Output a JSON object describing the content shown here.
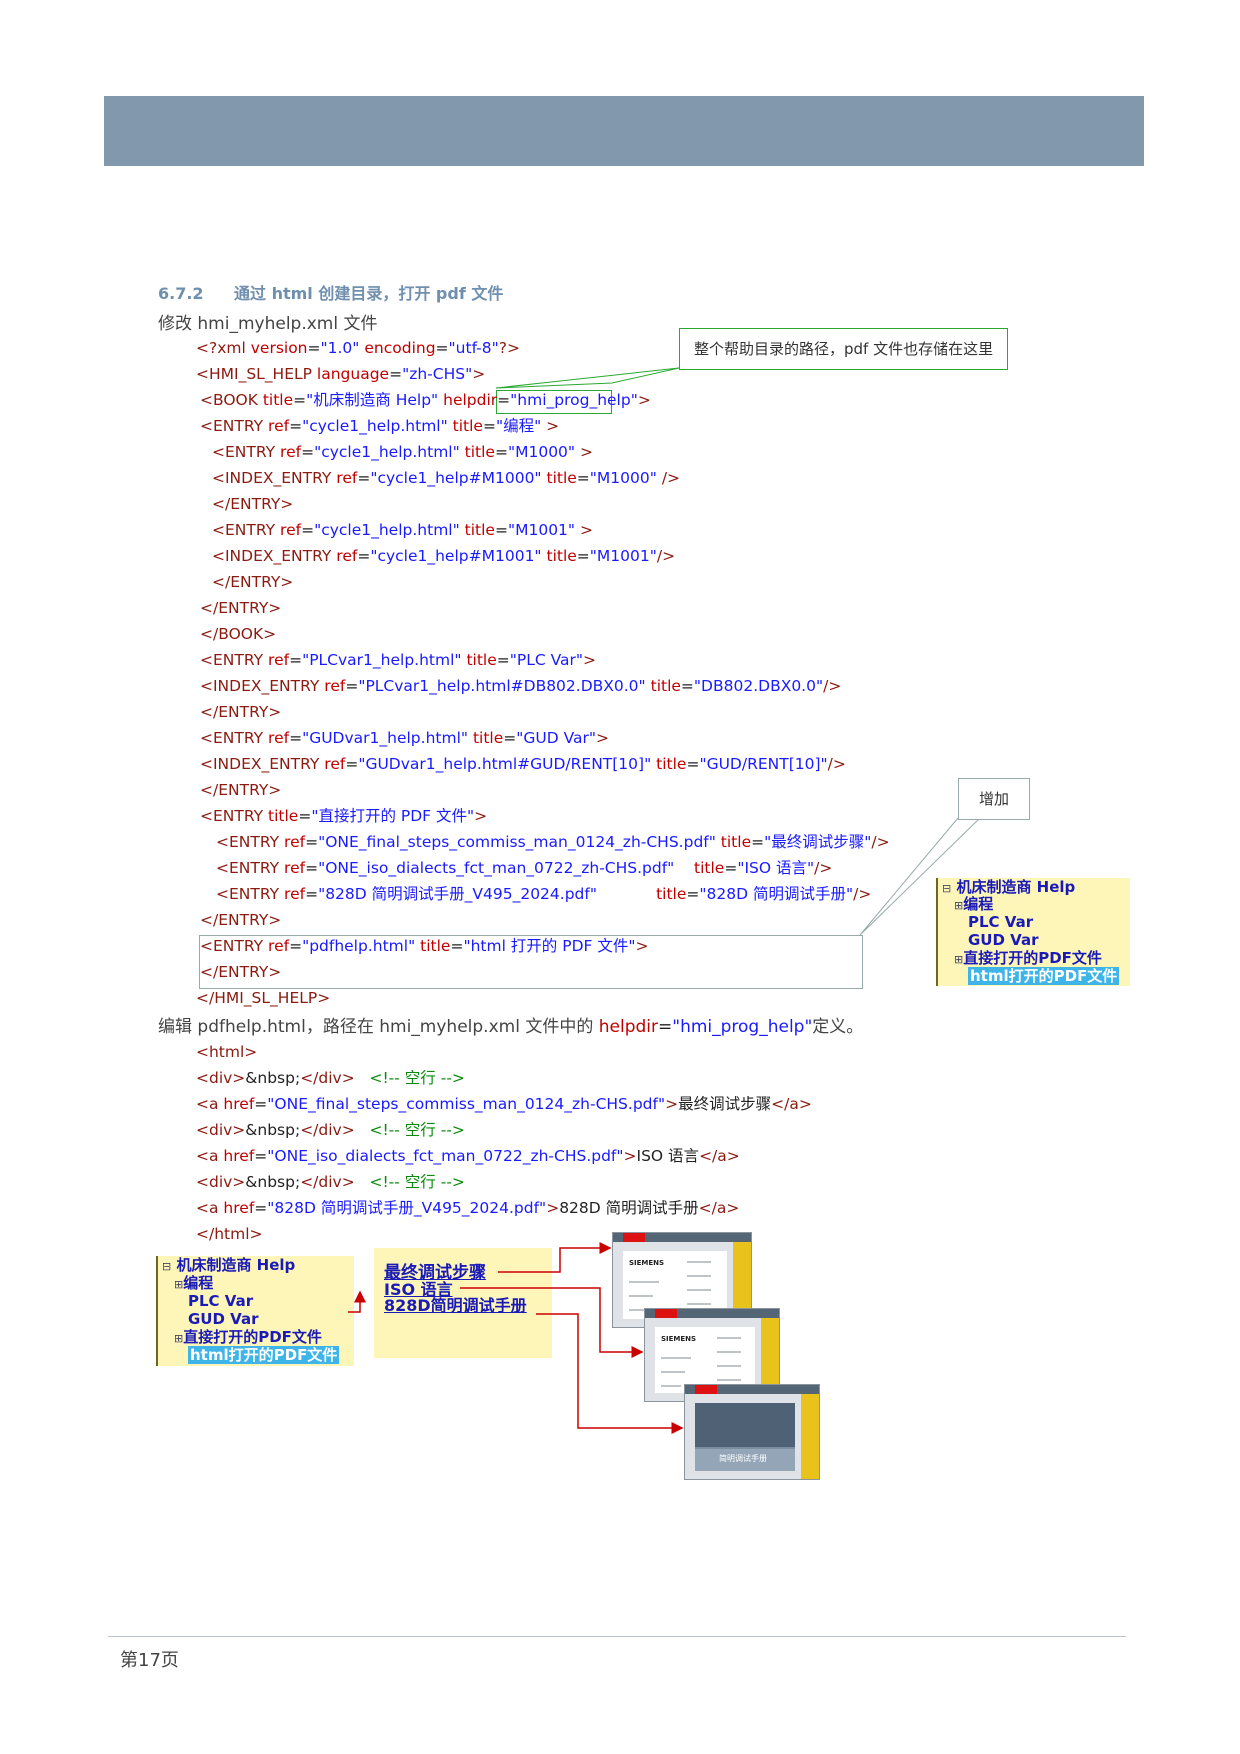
{
  "section": {
    "number": "6.7.2",
    "title": "通过 html 创建目录，打开 pdf 文件"
  },
  "para1": "修改 hmi_myhelp.xml 文件",
  "callout_path": "整个帮助目录的路径，pdf 文件也存储在这里",
  "callout_add": "增加",
  "xml": {
    "l1": {
      "a": "<?xml ",
      "b": "version",
      "c": "=",
      "d": "\"1.0\"",
      "e": " encoding",
      "f": "=",
      "g": "\"utf-8\"",
      "h": "?>"
    },
    "l2": {
      "a": "<HMI_SL_HELP ",
      "b": "language",
      "c": "=",
      "d": "\"zh-CHS\"",
      "e": ">"
    },
    "l3": {
      "a": "<BOOK ",
      "b": "title",
      "c": "=",
      "d": "\"机床制造商 Help\"",
      "e": " helpdir",
      "f": "=",
      "g": "\"hmi_prog_help\"",
      "h": ">"
    },
    "l4": {
      "a": "<ENTRY ",
      "b": "ref",
      "c": "=",
      "d": "\"cycle1_help.html\"",
      "e": " title",
      "f": "=",
      "g": "\"编程\"",
      "h": " >"
    },
    "l5": {
      "a": "<ENTRY ",
      "b": "ref",
      "c": "=",
      "d": "\"cycle1_help.html\"",
      "e": " title",
      "f": "=",
      "g": "\"M1000\"",
      "h": " >"
    },
    "l6": {
      "a": "<INDEX_ENTRY ",
      "b": "ref",
      "c": "=",
      "d": "\"cycle1_help#M1000\"",
      "e": " title",
      "f": "=",
      "g": "\"M1000\"",
      "h": " />"
    },
    "l7": "</ENTRY>",
    "l8": {
      "a": "<ENTRY ",
      "b": "ref",
      "c": "=",
      "d": "\"cycle1_help.html\"",
      "e": " title",
      "f": "=",
      "g": "\"M1001\"",
      "h": " >"
    },
    "l9": {
      "a": "<INDEX_ENTRY ",
      "b": "ref",
      "c": "=",
      "d": "\"cycle1_help#M1001\"",
      "e": " title",
      "f": "=",
      "g": "\"M1001\"",
      "h": "/>"
    },
    "l10": "</ENTRY>",
    "l11": "</ENTRY>",
    "l12": "</BOOK>",
    "l13": {
      "a": "<ENTRY ",
      "b": "ref",
      "c": "=",
      "d": "\"PLCvar1_help.html\"",
      "e": " title",
      "f": "=",
      "g": "\"PLC Var\"",
      "h": ">"
    },
    "l14": {
      "a": "<INDEX_ENTRY ",
      "b": "ref",
      "c": "=",
      "d": "\"PLCvar1_help.html#DB802.DBX0.0\"",
      "e": " title",
      "f": "=",
      "g": "\"DB802.DBX0.0\"",
      "h": "/>"
    },
    "l15": "</ENTRY>",
    "l16": {
      "a": "<ENTRY ",
      "b": "ref",
      "c": "=",
      "d": "\"GUDvar1_help.html\"",
      "e": " title",
      "f": "=",
      "g": "\"GUD Var\"",
      "h": ">"
    },
    "l17": {
      "a": "<INDEX_ENTRY ",
      "b": "ref",
      "c": "=",
      "d": "\"GUDvar1_help.html#GUD/RENT[10]\"",
      "e": " title",
      "f": "=",
      "g": "\"GUD/RENT[10]\"",
      "h": "/>"
    },
    "l18": "</ENTRY>",
    "l19": {
      "a": "<ENTRY ",
      "b": "title",
      "c": "=",
      "d": "\"直接打开的 PDF 文件\"",
      "e": ">"
    },
    "l20": {
      "a": "<ENTRY ",
      "b": "ref",
      "c": "=",
      "d": "\"ONE_final_steps_commiss_man_0124_zh-CHS.pdf\"",
      "e": " title",
      "f": "=",
      "g": "\"最终调试步骤\"",
      "h": "/>"
    },
    "l21": {
      "a": "<ENTRY ",
      "b": "ref",
      "c": "=",
      "d": "\"ONE_iso_dialects_fct_man_0722_zh-CHS.pdf\"",
      "e": "    title",
      "f": "=",
      "g": "\"ISO 语言\"",
      "h": "/>"
    },
    "l22": {
      "a": "<ENTRY ",
      "b": "ref",
      "c": "=",
      "d": "\"828D 简明调试手册_V495_2024.pdf\"",
      "e": "            title",
      "f": "=",
      "g": "\"828D 简明调试手册\"",
      "h": "/>"
    },
    "l23": "</ENTRY>",
    "l24": {
      "a": "<ENTRY ",
      "b": "ref",
      "c": "=",
      "d": "\"pdfhelp.html\"",
      "e": " title",
      "f": "=",
      "g": "\"html 打开的 PDF 文件\"",
      "h": ">"
    },
    "l25": "</ENTRY>",
    "l26": "</HMI_SL_HELP>"
  },
  "para2": {
    "a": "编辑 pdfhelp.html，路径在 hmi_myhelp.xml 文件中的 ",
    "b": "helpdir",
    "c": "=",
    "d": "\"hmi_prog_help\"",
    "e": "定义。"
  },
  "html": {
    "h1": "<html>",
    "h2": {
      "a": "<div>",
      "b": "&nbsp;",
      "c": "</div>",
      "d": "<!-- 空行 -->"
    },
    "h3": {
      "a": "<a ",
      "b": "href",
      "c": "=",
      "d": "\"ONE_final_steps_commiss_man_0124_zh-CHS.pdf\"",
      "e": ">",
      "f": "最终调试步骤",
      "g": "</a>"
    },
    "h4": {
      "a": "<div>",
      "b": "&nbsp;",
      "c": "</div>",
      "d": "<!-- 空行 -->"
    },
    "h5": {
      "a": "<a ",
      "b": "href",
      "c": "=",
      "d": "\"ONE_iso_dialects_fct_man_0722_zh-CHS.pdf\"",
      "e": ">",
      "f": "ISO 语言",
      "g": "</a>"
    },
    "h6": {
      "a": "<div>",
      "b": "&nbsp;",
      "c": "</div>",
      "d": "<!-- 空行 -->"
    },
    "h7": {
      "a": "<a ",
      "b": "href",
      "c": "=",
      "d": "\"828D 简明调试手册_V495_2024.pdf\"",
      "e": ">",
      "f": "828D 简明调试手册",
      "g": "</a>"
    },
    "h8": "</html>"
  },
  "tree": {
    "root": "机床制造商 Help",
    "items": [
      "编程",
      "PLC Var",
      "GUD Var",
      "直接打开的PDF文件"
    ],
    "selected": "html打开的PDF文件"
  },
  "pdf_links": [
    "最终调试步骤",
    "ISO 语言",
    "828D简明调试手册"
  ],
  "screenshots": {
    "logo": "SIEMENS",
    "manual_title": "简明调试手册"
  },
  "footer": "第17页",
  "colors": {
    "banner": "#8198ad",
    "tag": "#8b1a10",
    "attr": "#c00000",
    "value": "#1a1aff",
    "comment": "#0a8a0a",
    "tree_bg": "#fdf6b8",
    "arrow": "#cc0000"
  }
}
